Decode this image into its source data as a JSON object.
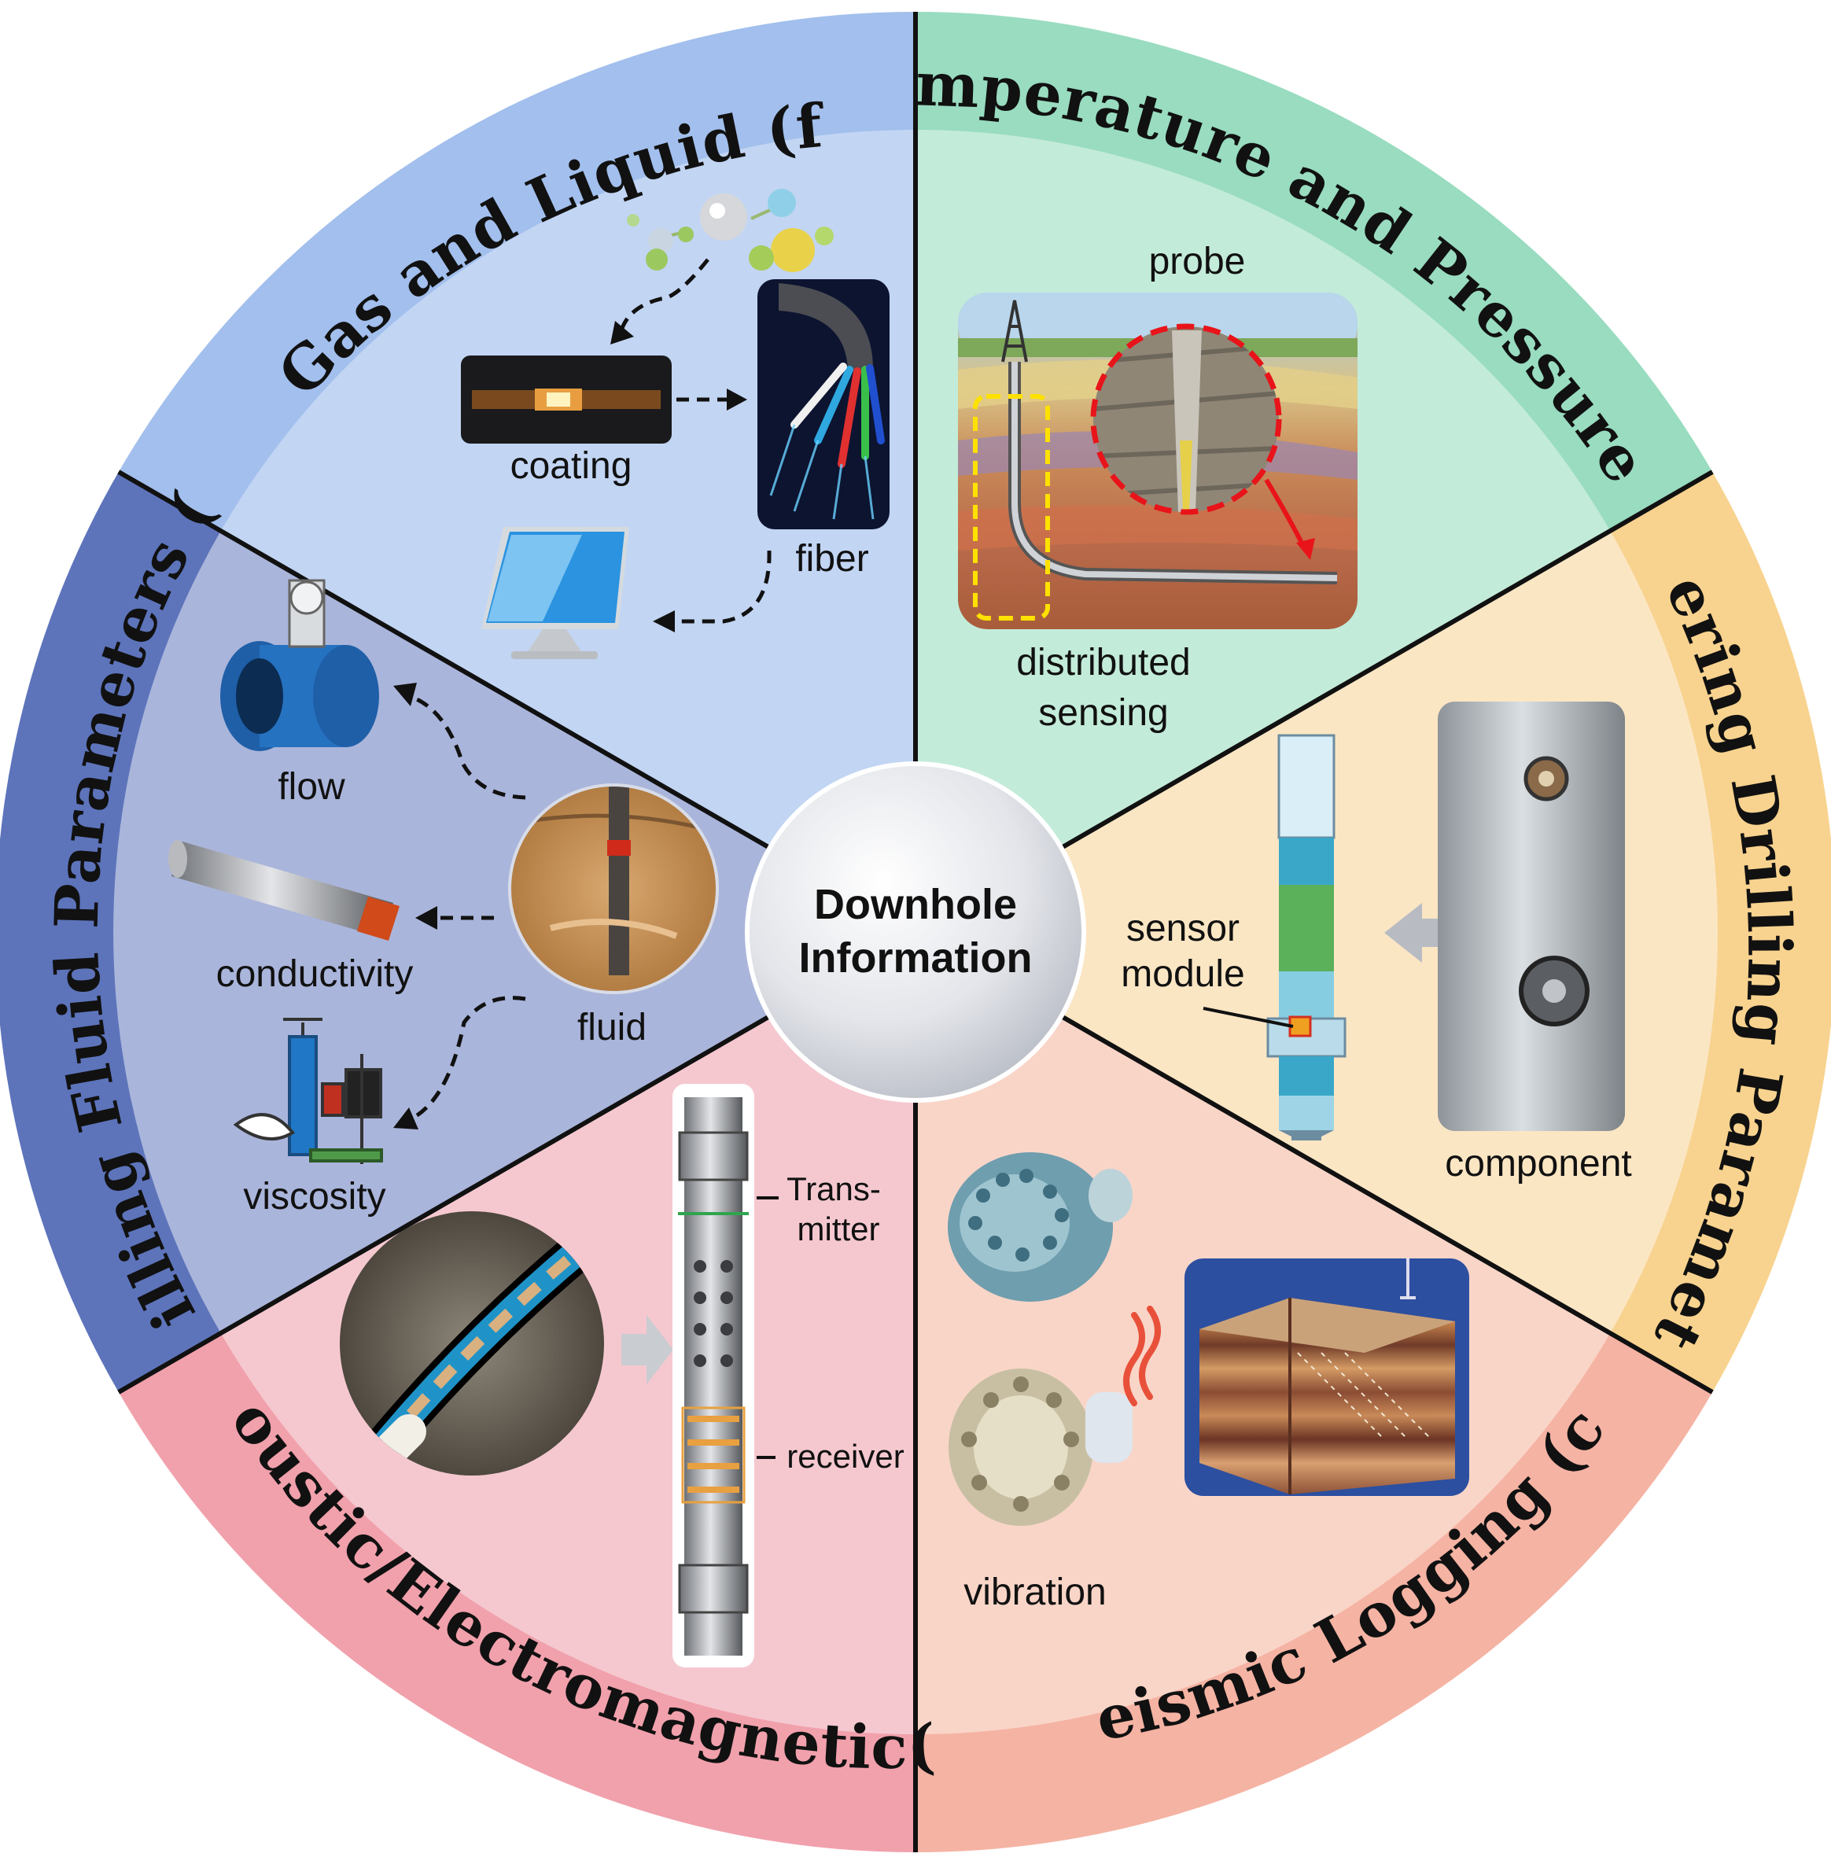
{
  "center": {
    "line1": "Downhole",
    "line2": "Information"
  },
  "sectors": {
    "a": {
      "title": "Temperature and Pressure (a)",
      "labels": {
        "probe": "probe",
        "distributed1": "distributed",
        "distributed2": "sensing"
      }
    },
    "b": {
      "title": "Engineering Drilling Parameters (b)",
      "labels": {
        "sensor1": "sensor",
        "sensor2": "module",
        "component": "component"
      }
    },
    "c": {
      "title": "Seismic Logging (c)",
      "labels": {
        "vibration": "vibration"
      }
    },
    "d": {
      "title": "Acoustic/Electromagnetic(d)",
      "labels": {
        "trans1": "Trans-",
        "trans2": "mitter",
        "receiver": "receiver"
      }
    },
    "e": {
      "title": "Drilling Fluid Parameters (e)",
      "labels": {
        "flow": "flow",
        "conductivity": "conductivity",
        "viscosity": "viscosity",
        "fluid": "fluid"
      }
    },
    "f": {
      "title": "Gas and Liquid (f)",
      "labels": {
        "coating": "coating",
        "fiber": "fiber"
      }
    }
  },
  "colors": {
    "a_outer": "#99dcc0",
    "a_inner": "#c3ebd9",
    "b_outer": "#f8d38f",
    "b_inner": "#fbe6c4",
    "c_outer": "#f5b3a3",
    "c_inner": "#f9d5c8",
    "d_outer": "#f1a1ac",
    "d_inner": "#f5c8cf",
    "e_outer": "#5d74bb",
    "e_inner": "#aab5db",
    "f_outer": "#a2bfed",
    "f_inner": "#c2d5f3",
    "divider": "#111111"
  }
}
